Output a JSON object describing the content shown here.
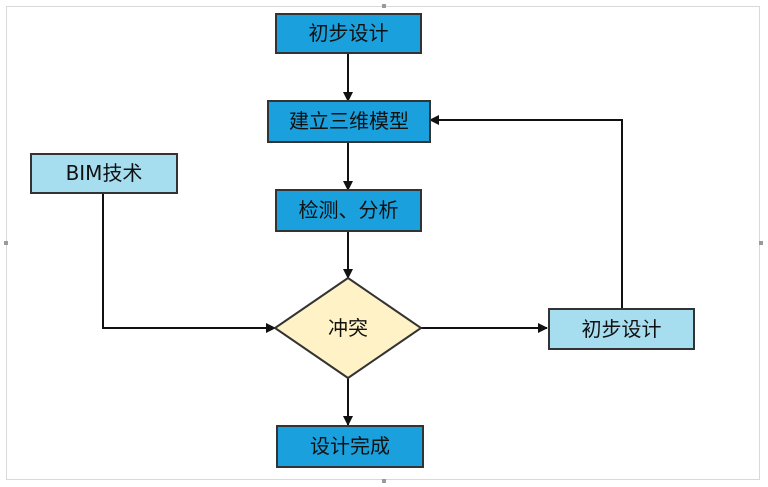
{
  "colors": {
    "process_fill": "#1aa0dd",
    "input_fill": "#a6def0",
    "decision_fill": "#fff2c6",
    "stroke": "#333333",
    "arrow": "#111111"
  },
  "nodes": {
    "initial_design_top": "初步设计",
    "build_3d_model": "建立三维模型",
    "check_analyze": "检测、分析",
    "bim_tech": "BIM技术",
    "conflict": "冲突",
    "initial_design_right": "初步设计",
    "design_complete": "设计完成"
  }
}
